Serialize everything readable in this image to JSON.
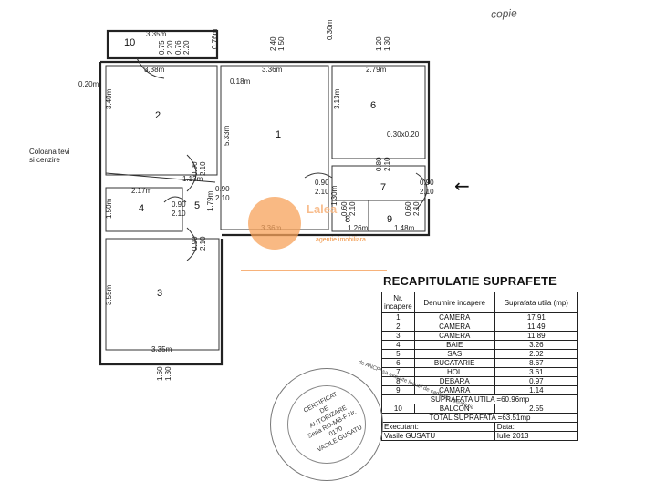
{
  "corner_note": "copie",
  "watermark": {
    "brand": "Lalea",
    "subtitle": "agentie imobiliara"
  },
  "plan": {
    "rooms": [
      "1",
      "2",
      "3",
      "4",
      "5",
      "6",
      "7",
      "8",
      "9",
      "10"
    ],
    "annotation": [
      "Coloana tevi",
      "si cenzire"
    ],
    "dimensions": {
      "balcony_width": "3.35m",
      "r2_width": "3.38m",
      "r1_width_top": "3.36m",
      "r6_width": "2.79m",
      "r2_height": "3.40m",
      "r1_height": "5.33m",
      "r6_height": "3.13m",
      "r4_width": "2.17m",
      "r4_height": "1.50m",
      "r5_height": "1.79m",
      "r1_width_bottom": "3.36m",
      "r8_width": "1.26m",
      "r9_width": "1.48m",
      "r3_height": "3.55m",
      "r3_width": "3.35m",
      "sas_width": "1.13m",
      "hol_height": "1.30m",
      "wall_018": "0.18m",
      "wall_020": "0.20m",
      "wall_030": "0.30m",
      "wall_076": "0.76m",
      "door_r6": "0.30x0.20"
    },
    "openings": {
      "win_balcony_top": [
        "2.40",
        "1.50"
      ],
      "win_r6_top": [
        "1.20",
        "1.30"
      ],
      "door_balcony_1": [
        "0.75",
        "2.20"
      ],
      "door_balcony_2": [
        "0.76",
        "2.20"
      ],
      "door_r1_left": [
        "0.90",
        "2.10"
      ],
      "door_entry": [
        "0.90",
        "2.10"
      ],
      "door_r5": [
        "0.90",
        "2.10"
      ],
      "door_r5b": [
        "0.90",
        "2.10"
      ],
      "door_sas": [
        "0.90",
        "2.10"
      ],
      "door_r3": [
        "0.90",
        "2.10"
      ],
      "win_r3": [
        "1.60",
        "1.30"
      ],
      "door_r6": [
        "0.80",
        "2.10"
      ],
      "door_r8": [
        "0.60",
        "2.10"
      ],
      "door_r9": [
        "0.60",
        "2.10"
      ]
    },
    "entry_arrow": "←"
  },
  "recap": {
    "title": "RECAPITULATIE SUPRAFETE",
    "headers": [
      "Nr. incapere",
      "Denumire incapere",
      "Suprafata utila (mp)"
    ],
    "rows": [
      [
        "1",
        "CAMERA",
        "17.91"
      ],
      [
        "2",
        "CAMERA",
        "11.49"
      ],
      [
        "3",
        "CAMERA",
        "11.89"
      ],
      [
        "4",
        "BAIE",
        "3.26"
      ],
      [
        "5",
        "SAS",
        "2.02"
      ],
      [
        "6",
        "BUCATARIE",
        "8.67"
      ],
      [
        "7",
        "HOL",
        "3.61"
      ],
      [
        "8",
        "DEBARA",
        "0.97"
      ],
      [
        "9",
        "CAMARA",
        "1.14"
      ]
    ],
    "suprafata_utila": "SUPRAFATA UTILA =60.96mp",
    "balcon_row": [
      "10",
      "BALCON",
      "2.55"
    ],
    "total": "TOTAL SUPRAFATA =63.51mp",
    "executant_label": "Executant:",
    "executant_name": "Vasile GUSATU",
    "data_label": "Data:",
    "data_value": "Iulie 2013"
  },
  "stamp": {
    "center": [
      "CERTIFICAT",
      "DE",
      "AUTORIZARE",
      "Seria RO-MB-F Nr. 0170",
      "VASILE GUSATU"
    ],
    "ring": "de ANCPI sa execute lucrari de cadastru, geodezie"
  }
}
